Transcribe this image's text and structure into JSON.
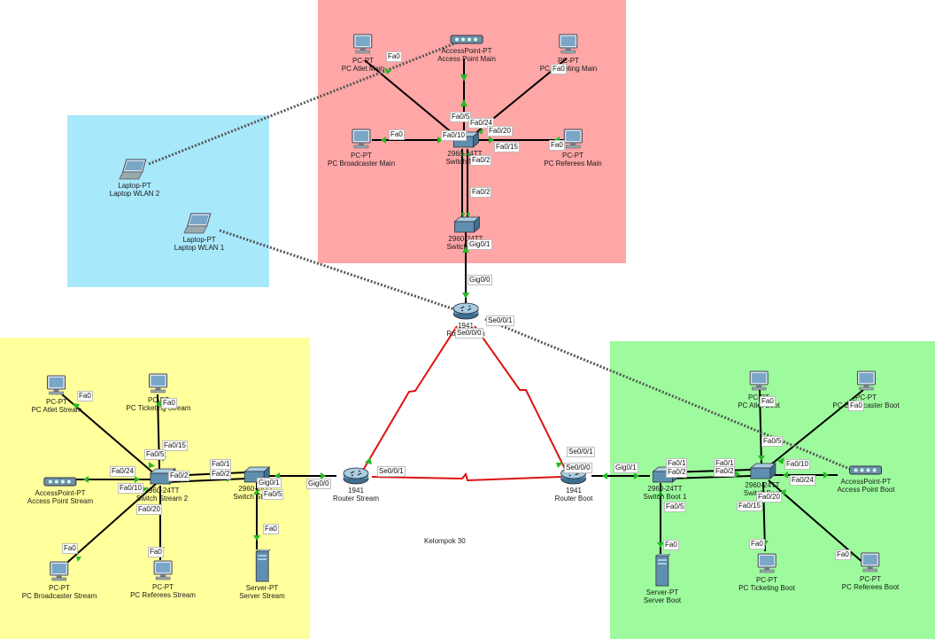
{
  "areas": {
    "main": {
      "color": "#ffa6a6"
    },
    "wlan": {
      "color": "#a8e8fb"
    },
    "stream": {
      "color": "#ffff9b"
    },
    "boot": {
      "color": "#9dfb9d"
    }
  },
  "devices": {
    "pc_atlet_main": {
      "type": "PC-PT",
      "name": "PC Atlet Main"
    },
    "ap_main": {
      "type": "AccessPoint-PT",
      "name": "Access Point Main"
    },
    "pc_ticketing_main": {
      "type": "PC-PT",
      "name": "PC Ticketing Main"
    },
    "pc_broadcaster_main": {
      "type": "PC-PT",
      "name": "PC Broadcaster Main"
    },
    "switch_main": {
      "type": "2960-24TT",
      "name": "Switch Main"
    },
    "pc_referees_main": {
      "type": "PC-PT",
      "name": "PC Referees Main"
    },
    "switch_main2": {
      "type": "2960-24TT",
      "name": "Switch Main"
    },
    "laptop_wlan2": {
      "type": "Laptop-PT",
      "name": "Laptop WLAN 2"
    },
    "laptop_wlan1": {
      "type": "Laptop-PT",
      "name": "Laptop WLAN 1"
    },
    "router_main": {
      "type": "1941",
      "name": "Router Main"
    },
    "pc_atlet_stream": {
      "type": "PC-PT",
      "name": "PC Atlet Stream"
    },
    "pc_ticketing_stream": {
      "type": "PC-PT",
      "name": "PC Ticketing Stream"
    },
    "ap_stream": {
      "type": "AccessPoint-PT",
      "name": "Access Point Stream"
    },
    "switch_stream2": {
      "type": "2960-24TT",
      "name": "Switch Stream 2"
    },
    "switch_stream": {
      "type": "2960-24TT",
      "name": "Switch Stream"
    },
    "router_stream": {
      "type": "1941",
      "name": "Router Stream"
    },
    "pc_broadcaster_stream": {
      "type": "PC-PT",
      "name": "PC Broadcaster Stream"
    },
    "pc_referees_stream": {
      "type": "PC-PT",
      "name": "PC Referees Stream"
    },
    "server_stream": {
      "type": "Server-PT",
      "name": "Server Stream"
    },
    "router_boot": {
      "type": "1941",
      "name": "Router Boot"
    },
    "switch_boot1": {
      "type": "2960-24TT",
      "name": "Switch Boot 1"
    },
    "switch_boot": {
      "type": "2960-24TT",
      "name": "Switch Boot"
    },
    "pc_atlet_boot": {
      "type": "PC-PT",
      "name": "PC Atlet Boot"
    },
    "pc_broadcaster_boot": {
      "type": "PC-PT",
      "name": "PC Broadcaster Boot"
    },
    "ap_boot": {
      "type": "AccessPoint-PT",
      "name": "Access Point Boot"
    },
    "server_boot": {
      "type": "Server-PT",
      "name": "Server Boot"
    },
    "pc_ticketing_boot": {
      "type": "PC-PT",
      "name": "PC Ticketing Boot"
    },
    "pc_referees_boot": {
      "type": "PC-PT",
      "name": "PC Referees Boot"
    }
  },
  "ports": {
    "fa0": "Fa0",
    "fa0_5": "Fa0/5",
    "fa0_10": "Fa0/10",
    "fa0_15": "Fa0/15",
    "fa0_20": "Fa0/20",
    "fa0_24": "Fa0/24",
    "fa0_1": "Fa0/1",
    "fa0_2": "Fa0/2",
    "gig0_0": "Gig0/0",
    "gig0_1": "Gig0/1",
    "se0_0_0": "Se0/0/0",
    "se0_0_1": "Se0/0/1"
  },
  "footer_note": "Kelompok 30",
  "colors": {
    "ethernet": "#000000",
    "serial": "#e01010",
    "wireless": "#555555",
    "link_light": "#22bb22"
  },
  "icons": {
    "pc": "pc-icon",
    "laptop": "laptop-icon",
    "switch": "switch-icon",
    "router": "router-icon",
    "access_point": "access-point-icon",
    "server": "server-icon"
  }
}
